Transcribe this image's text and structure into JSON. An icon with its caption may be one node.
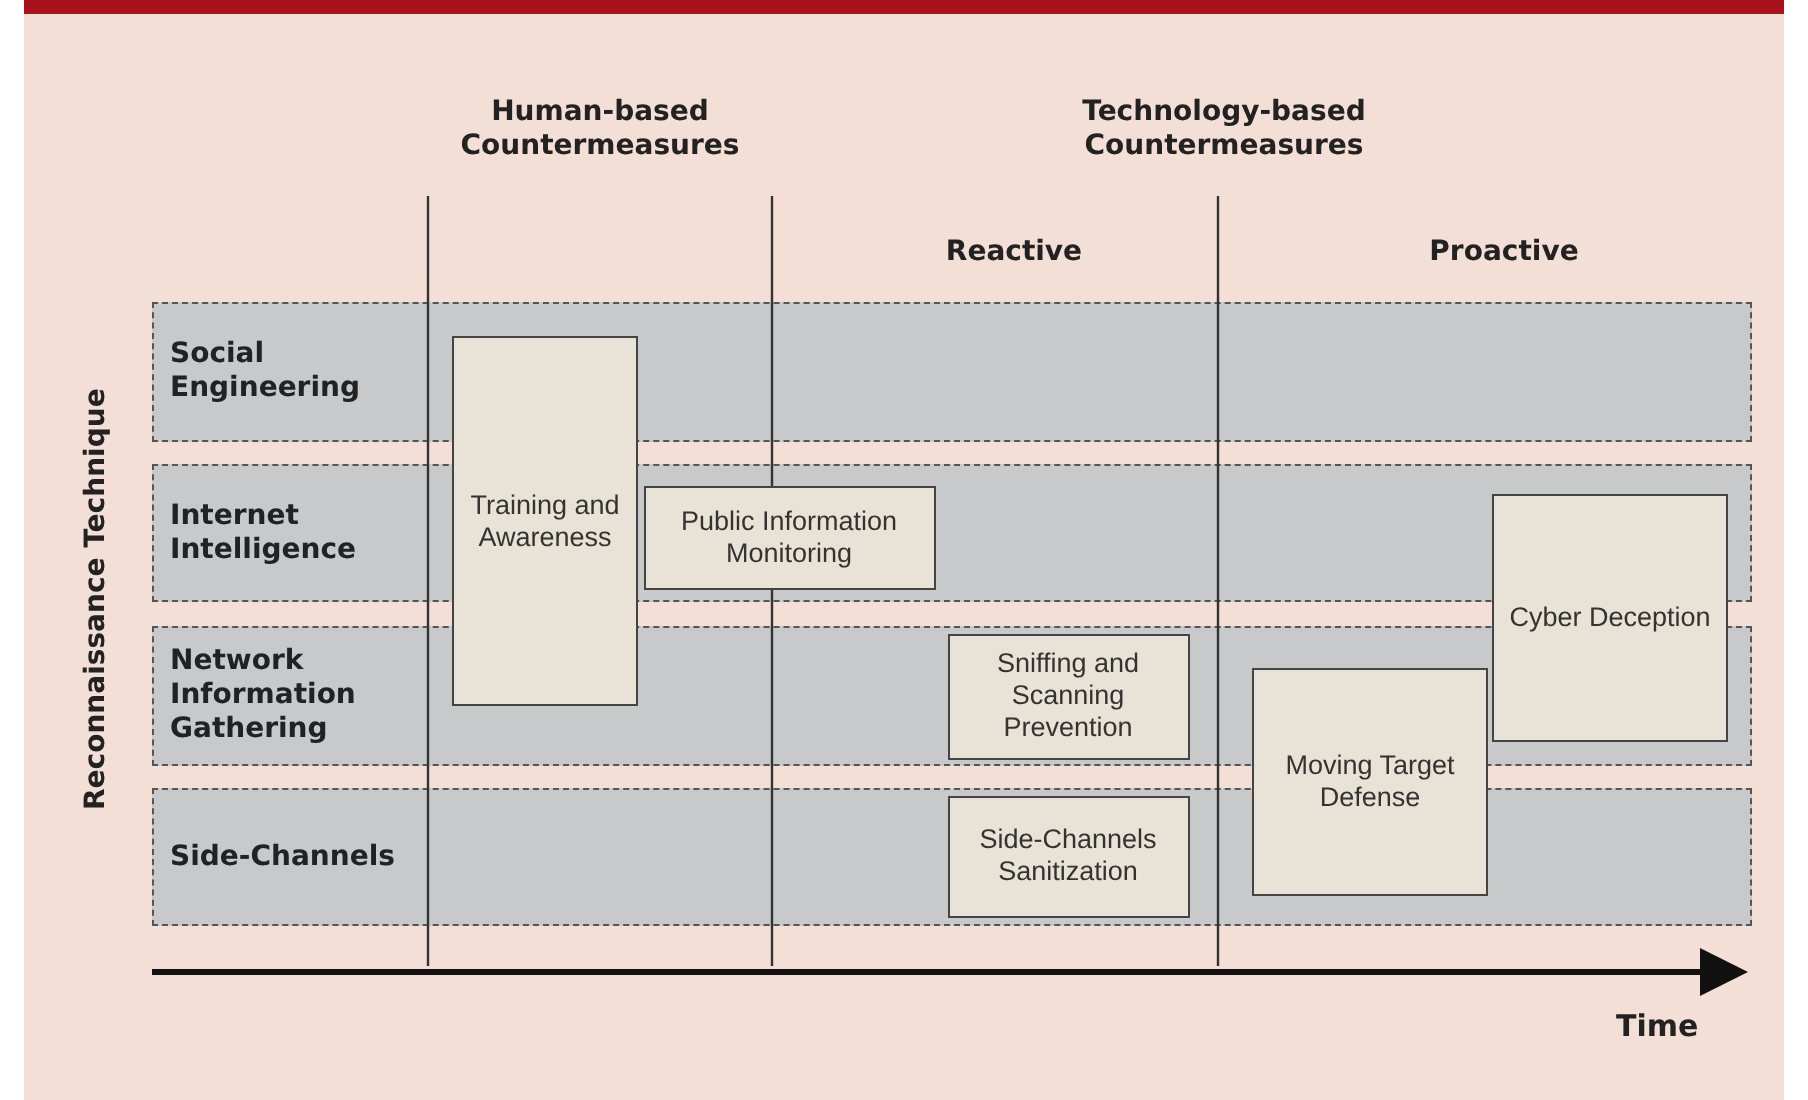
{
  "diagram": {
    "nodes": [
      {
        "text": [
          "Social Engineering"
        ]
      },
      {
        "text": [
          "Internet Intelligence"
        ]
      },
      {
        "text": [
          "Network Information Gathering"
        ]
      },
      {
        "text": [
          "Side-Channels"
        ]
      },
      {
        "text": [
          "Training and Awareness"
        ]
      },
      {
        "text": [
          "Public Information Monitoring"
        ],
        "in": 1
      },
      {
        "text": [
          "Sniffing and Scanning Prevention"
        ],
        "in": 2
      },
      {
        "text": [
          "Side-Channels Sanitization"
        ],
        "in": 3
      },
      {
        "text": [
          "Moving Target Defense"
        ]
      },
      {
        "text": [
          "Cyber Deception"
        ]
      }
    ],
    "edges": [],
    "labels": [
      "Human-based Countermeasures",
      "Technology-based Countermeasures",
      "Reactive",
      "Proactive",
      "Reconnaissance Technique",
      "Time"
    ]
  }
}
